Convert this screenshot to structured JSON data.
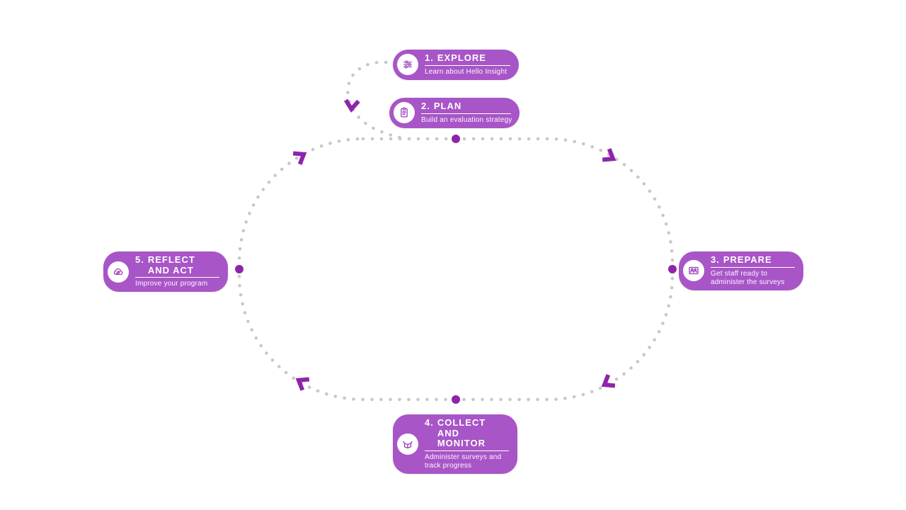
{
  "diagram": {
    "steps": [
      {
        "number": "1.",
        "title": "EXPLORE",
        "subtitle": "Learn about Hello Insight"
      },
      {
        "number": "2.",
        "title": "PLAN",
        "subtitle": "Build an evaluation strategy"
      },
      {
        "number": "3.",
        "title": "PREPARE",
        "subtitle": "Get staff ready to administer the surveys"
      },
      {
        "number": "4.",
        "title": "COLLECT\nAND MONITOR",
        "subtitle": "Administer surveys and track progress"
      },
      {
        "number": "5.",
        "title": "REFLECT\nAND ACT",
        "subtitle": "Improve your program"
      }
    ],
    "icons": [
      "sliders-icon",
      "clipboard-icon",
      "presentation-people-icon",
      "open-box-icon",
      "cloud-sync-icon"
    ],
    "colors": {
      "badge_purple": "#a855c7",
      "accent_dark_purple": "#8e24aa",
      "track_gray": "#c7c7c7",
      "background": "#ffffff"
    }
  }
}
